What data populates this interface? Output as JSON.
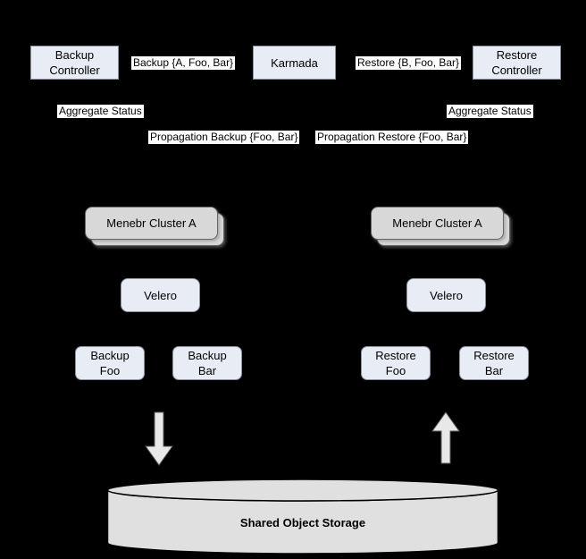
{
  "title": "Karmada backup and restore architecture diagram",
  "colors": {
    "background": "#000000",
    "node_fill": "#e7ecf5",
    "node_border": "#8c92a0",
    "cluster_fill": "#d8d8d8",
    "cluster_border": "#666666",
    "label_bg": "#ffffff",
    "label_text": "#000000",
    "arrow_fill": "#e8e8e8",
    "arrow_stroke": "#5a5a5a",
    "cylinder_fill": "#e0e0e0",
    "cylinder_stroke": "#000000"
  },
  "nodes": {
    "backup_controller": "Backup\nController",
    "karmada": "Karmada",
    "restore_controller": "Restore\nController",
    "cluster_left": "Menebr Cluster A",
    "cluster_right": "Menebr Cluster A",
    "velero_left": "Velero",
    "velero_right": "Velero",
    "backup_foo": "Backup\nFoo",
    "backup_bar": "Backup\nBar",
    "restore_foo": "Restore\nFoo",
    "restore_bar": "Restore\nBar",
    "storage": "Shared Object Storage"
  },
  "edge_labels": {
    "backup_request": "Backup {A, Foo, Bar}",
    "restore_request": "Restore {B, Foo, Bar}",
    "aggregate_status_left": "Aggregate Status",
    "aggregate_status_right": "Aggregate Status",
    "propagation_backup": "Propagation Backup {Foo, Bar}",
    "propagation_restore": "Propagation Restore {Foo, Bar}"
  }
}
